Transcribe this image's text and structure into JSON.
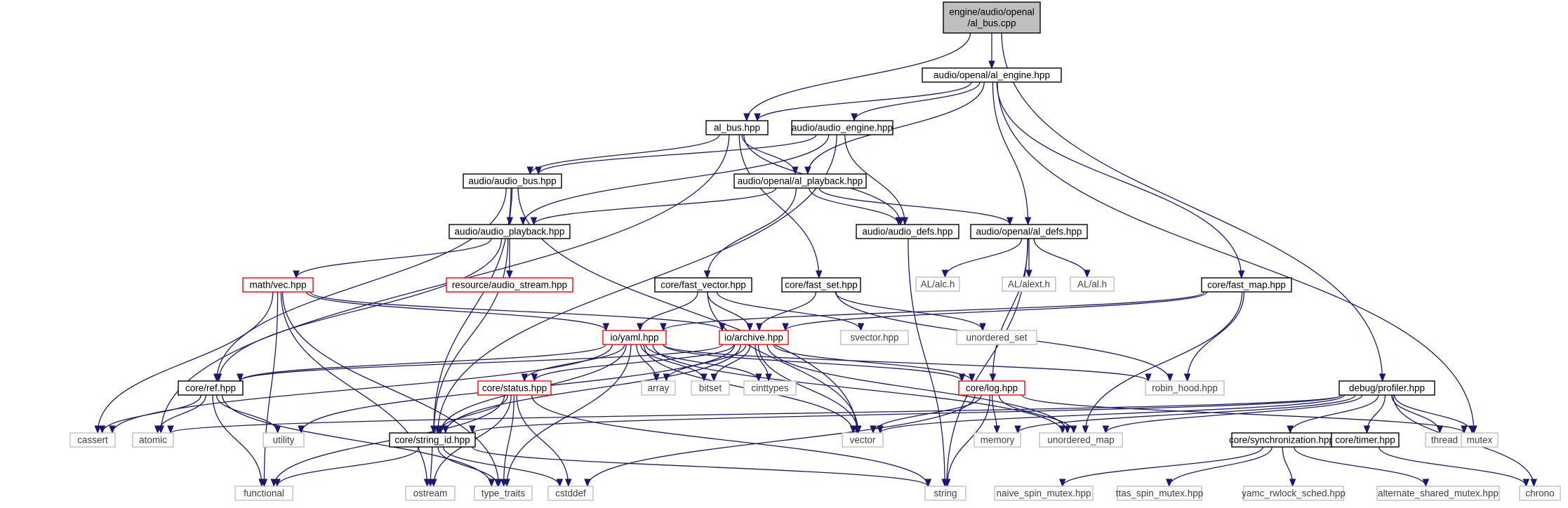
{
  "colors": {
    "edge": "#191970",
    "node_border_black": "#000000",
    "node_border_red": "#ff0000",
    "node_border_gray": "#bfbfbf",
    "root_fill": "#bfbfbf",
    "node_fill": "#ffffff",
    "text_main": "#000000",
    "text_external": "#404040"
  },
  "nodes": {
    "root": {
      "lines": [
        "engine/audio/openal",
        "/al_bus.cpp"
      ],
      "kind": "root"
    },
    "al_engine": {
      "lines": [
        "audio/openal/al_engine.hpp"
      ],
      "kind": "normal"
    },
    "profiler": {
      "lines": [
        "debug/profiler.hpp"
      ],
      "kind": "normal"
    },
    "al_bus": {
      "lines": [
        "al_bus.hpp"
      ],
      "kind": "normal"
    },
    "audio_engine": {
      "lines": [
        "audio/audio_engine.hpp"
      ],
      "kind": "normal"
    },
    "audio_bus": {
      "lines": [
        "audio/audio_bus.hpp"
      ],
      "kind": "normal"
    },
    "al_playback": {
      "lines": [
        "audio/openal/al_playback.hpp"
      ],
      "kind": "normal"
    },
    "audio_playback": {
      "lines": [
        "audio/audio_playback.hpp"
      ],
      "kind": "normal"
    },
    "audio_defs": {
      "lines": [
        "audio/audio_defs.hpp"
      ],
      "kind": "normal"
    },
    "al_defs": {
      "lines": [
        "audio/openal/al_defs.hpp"
      ],
      "kind": "normal"
    },
    "audio_stream": {
      "lines": [
        "resource/audio_stream.hpp"
      ],
      "kind": "truncated"
    },
    "alc": {
      "lines": [
        "AL/alc.h"
      ],
      "kind": "external"
    },
    "alext": {
      "lines": [
        "AL/alext.h"
      ],
      "kind": "external"
    },
    "al_h": {
      "lines": [
        "AL/al.h"
      ],
      "kind": "external"
    },
    "math_vec": {
      "lines": [
        "math/vec.hpp"
      ],
      "kind": "truncated"
    },
    "fast_vector": {
      "lines": [
        "core/fast_vector.hpp"
      ],
      "kind": "normal"
    },
    "fast_set": {
      "lines": [
        "core/fast_set.hpp"
      ],
      "kind": "normal"
    },
    "fast_map": {
      "lines": [
        "core/fast_map.hpp"
      ],
      "kind": "normal"
    },
    "svector": {
      "lines": [
        "svector.hpp"
      ],
      "kind": "external"
    },
    "unordered_set": {
      "lines": [
        "unordered_set"
      ],
      "kind": "external"
    },
    "yaml": {
      "lines": [
        "io/yaml.hpp"
      ],
      "kind": "truncated"
    },
    "archive": {
      "lines": [
        "io/archive.hpp"
      ],
      "kind": "truncated"
    },
    "array": {
      "lines": [
        "array"
      ],
      "kind": "external"
    },
    "bitset": {
      "lines": [
        "bitset"
      ],
      "kind": "external"
    },
    "cinttypes": {
      "lines": [
        "cinttypes"
      ],
      "kind": "external"
    },
    "robin_hood": {
      "lines": [
        "robin_hood.hpp"
      ],
      "kind": "external"
    },
    "core_ref": {
      "lines": [
        "core/ref.hpp"
      ],
      "kind": "normal"
    },
    "core_status": {
      "lines": [
        "core/status.hpp"
      ],
      "kind": "truncated"
    },
    "core_log": {
      "lines": [
        "core/log.hpp"
      ],
      "kind": "truncated"
    },
    "cassert": {
      "lines": [
        "cassert"
      ],
      "kind": "external"
    },
    "atomic": {
      "lines": [
        "atomic"
      ],
      "kind": "external"
    },
    "utility": {
      "lines": [
        "utility"
      ],
      "kind": "external"
    },
    "string_id": {
      "lines": [
        "core/string_id.hpp"
      ],
      "kind": "normal"
    },
    "vector": {
      "lines": [
        "vector"
      ],
      "kind": "external"
    },
    "memory": {
      "lines": [
        "memory"
      ],
      "kind": "external"
    },
    "unordered_map": {
      "lines": [
        "unordered_map"
      ],
      "kind": "external"
    },
    "sync": {
      "lines": [
        "core/synchronization.hpp"
      ],
      "kind": "normal"
    },
    "timer": {
      "lines": [
        "core/timer.hpp"
      ],
      "kind": "normal"
    },
    "thread": {
      "lines": [
        "thread"
      ],
      "kind": "external"
    },
    "mutex": {
      "lines": [
        "mutex"
      ],
      "kind": "external"
    },
    "functional": {
      "lines": [
        "functional"
      ],
      "kind": "external"
    },
    "ostream": {
      "lines": [
        "ostream"
      ],
      "kind": "external"
    },
    "type_traits": {
      "lines": [
        "type_traits"
      ],
      "kind": "external"
    },
    "cstddef": {
      "lines": [
        "cstddef"
      ],
      "kind": "external"
    },
    "string": {
      "lines": [
        "string"
      ],
      "kind": "external"
    },
    "naive_spin": {
      "lines": [
        "naive_spin_mutex.hpp"
      ],
      "kind": "external"
    },
    "ttas_spin": {
      "lines": [
        "ttas_spin_mutex.hpp"
      ],
      "kind": "external"
    },
    "yamc_rwlock": {
      "lines": [
        "yamc_rwlock_sched.hpp"
      ],
      "kind": "external"
    },
    "alt_shared": {
      "lines": [
        "alternate_shared_mutex.hpp"
      ],
      "kind": "external"
    },
    "chrono": {
      "lines": [
        "chrono"
      ],
      "kind": "external"
    }
  },
  "edges": [
    [
      "root",
      "al_engine"
    ],
    [
      "root",
      "al_bus"
    ],
    [
      "root",
      "profiler"
    ],
    [
      "al_engine",
      "al_bus"
    ],
    [
      "al_engine",
      "audio_engine"
    ],
    [
      "al_engine",
      "al_playback"
    ],
    [
      "al_engine",
      "al_defs"
    ],
    [
      "al_engine",
      "fast_map"
    ],
    [
      "al_engine",
      "mutex"
    ],
    [
      "al_bus",
      "audio_bus"
    ],
    [
      "al_bus",
      "al_playback"
    ],
    [
      "al_bus",
      "audio_defs"
    ],
    [
      "al_bus",
      "fast_set"
    ],
    [
      "al_bus",
      "atomic"
    ],
    [
      "audio_engine",
      "audio_bus"
    ],
    [
      "audio_engine",
      "audio_playback"
    ],
    [
      "audio_engine",
      "audio_defs"
    ],
    [
      "audio_engine",
      "string_id"
    ],
    [
      "audio_bus",
      "audio_playback"
    ],
    [
      "audio_bus",
      "core_ref"
    ],
    [
      "audio_bus",
      "string_id"
    ],
    [
      "audio_bus",
      "vector"
    ],
    [
      "al_playback",
      "audio_playback"
    ],
    [
      "al_playback",
      "audio_defs"
    ],
    [
      "al_playback",
      "al_defs"
    ],
    [
      "al_playback",
      "fast_vector"
    ],
    [
      "audio_playback",
      "audio_stream"
    ],
    [
      "audio_playback",
      "math_vec"
    ],
    [
      "audio_playback",
      "core_ref"
    ],
    [
      "audio_playback",
      "string_id"
    ],
    [
      "audio_defs",
      "string"
    ],
    [
      "al_defs",
      "alc"
    ],
    [
      "al_defs",
      "alext"
    ],
    [
      "al_defs",
      "al_h"
    ],
    [
      "al_defs",
      "core_log"
    ],
    [
      "al_defs",
      "string"
    ],
    [
      "math_vec",
      "yaml"
    ],
    [
      "math_vec",
      "archive"
    ],
    [
      "math_vec",
      "cassert"
    ],
    [
      "math_vec",
      "functional"
    ],
    [
      "math_vec",
      "type_traits"
    ],
    [
      "math_vec",
      "ostream"
    ],
    [
      "fast_vector",
      "yaml"
    ],
    [
      "fast_vector",
      "archive"
    ],
    [
      "fast_vector",
      "svector"
    ],
    [
      "fast_vector",
      "vector"
    ],
    [
      "fast_set",
      "archive"
    ],
    [
      "fast_set",
      "unordered_set"
    ],
    [
      "fast_set",
      "robin_hood"
    ],
    [
      "fast_map",
      "yaml"
    ],
    [
      "fast_map",
      "archive"
    ],
    [
      "fast_map",
      "robin_hood"
    ],
    [
      "fast_map",
      "unordered_map"
    ],
    [
      "yaml",
      "core_ref"
    ],
    [
      "yaml",
      "core_status"
    ],
    [
      "yaml",
      "core_log"
    ],
    [
      "yaml",
      "string_id"
    ],
    [
      "yaml",
      "array"
    ],
    [
      "yaml",
      "bitset"
    ],
    [
      "yaml",
      "cinttypes"
    ],
    [
      "yaml",
      "vector"
    ],
    [
      "yaml",
      "unordered_map"
    ],
    [
      "yaml",
      "robin_hood"
    ],
    [
      "yaml",
      "cassert"
    ],
    [
      "yaml",
      "type_traits"
    ],
    [
      "archive",
      "core_ref"
    ],
    [
      "archive",
      "core_status"
    ],
    [
      "archive",
      "core_log"
    ],
    [
      "archive",
      "string_id"
    ],
    [
      "archive",
      "array"
    ],
    [
      "archive",
      "bitset"
    ],
    [
      "archive",
      "cinttypes"
    ],
    [
      "archive",
      "vector"
    ],
    [
      "archive",
      "unordered_map"
    ],
    [
      "archive",
      "utility"
    ],
    [
      "core_ref",
      "cassert"
    ],
    [
      "core_ref",
      "atomic"
    ],
    [
      "core_ref",
      "utility"
    ],
    [
      "core_ref",
      "functional"
    ],
    [
      "core_ref",
      "type_traits"
    ],
    [
      "core_status",
      "string_id"
    ],
    [
      "core_status",
      "functional"
    ],
    [
      "core_status",
      "ostream"
    ],
    [
      "core_status",
      "type_traits"
    ],
    [
      "core_status",
      "cstddef"
    ],
    [
      "core_status",
      "string"
    ],
    [
      "core_log",
      "vector"
    ],
    [
      "core_log",
      "memory"
    ],
    [
      "core_log",
      "unordered_map"
    ],
    [
      "core_log",
      "string"
    ],
    [
      "core_log",
      "mutex"
    ],
    [
      "core_log",
      "cstddef"
    ],
    [
      "string_id",
      "functional"
    ],
    [
      "string_id",
      "ostream"
    ],
    [
      "string_id",
      "type_traits"
    ],
    [
      "string_id",
      "cstddef"
    ],
    [
      "string_id",
      "string"
    ],
    [
      "profiler",
      "string_id"
    ],
    [
      "profiler",
      "vector"
    ],
    [
      "profiler",
      "memory"
    ],
    [
      "profiler",
      "unordered_map"
    ],
    [
      "profiler",
      "sync"
    ],
    [
      "profiler",
      "timer"
    ],
    [
      "profiler",
      "thread"
    ],
    [
      "profiler",
      "mutex"
    ],
    [
      "profiler",
      "chrono"
    ],
    [
      "profiler",
      "atomic"
    ],
    [
      "sync",
      "naive_spin"
    ],
    [
      "sync",
      "ttas_spin"
    ],
    [
      "sync",
      "yamc_rwlock"
    ],
    [
      "sync",
      "alt_shared"
    ],
    [
      "timer",
      "chrono"
    ]
  ]
}
